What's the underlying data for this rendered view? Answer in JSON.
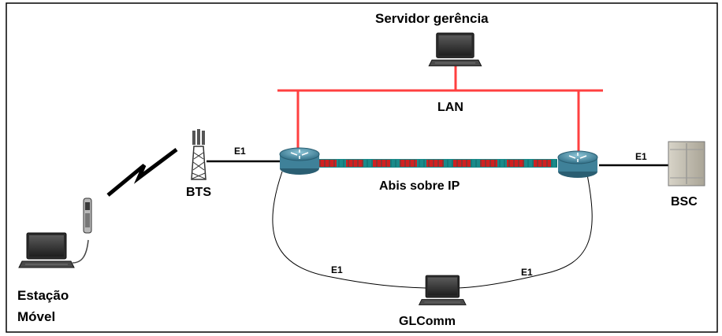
{
  "labels": {
    "management_server": "Servidor gerência",
    "lan": "LAN",
    "bts": "BTS",
    "bsc": "BSC",
    "abis_over_ip": "Abis sobre IP",
    "mobile_station_line1": "Estação",
    "mobile_station_line2": "Móvel",
    "glcomm": "GLComm",
    "e1_bts": "E1",
    "e1_bsc": "E1",
    "e1_loop_left": "E1",
    "e1_loop_right": "E1"
  },
  "colors": {
    "lan": "#ff4040",
    "link": "#000000",
    "abis_red": "#d02020",
    "abis_teal": "#1a8a8a",
    "router": "#4f8fa6",
    "laptop": "#3a3a3a"
  },
  "icons": [
    "laptop-icon",
    "router-icon",
    "bts-tower-icon",
    "bsc-cabinet-icon",
    "mobile-phone-icon",
    "radio-link-icon"
  ]
}
